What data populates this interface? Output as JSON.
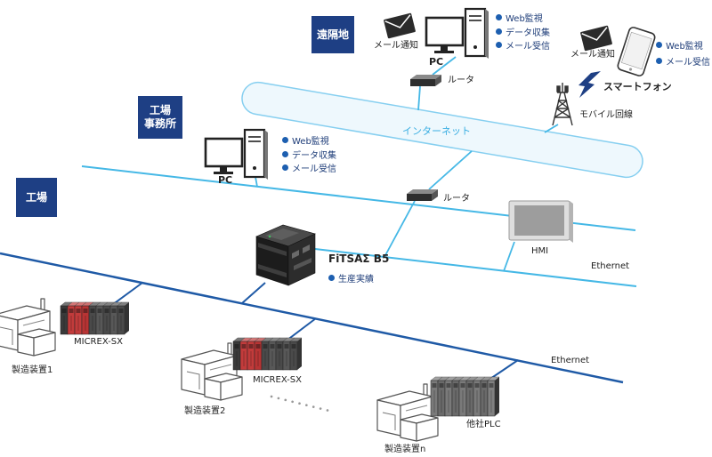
{
  "areas": {
    "remote": "遠隔地",
    "office_line1": "工場",
    "office_line2": "事務所",
    "factory": "工場"
  },
  "remote_site": {
    "mail_label": "メール通知",
    "pc_label": "PC",
    "pc_features": [
      "Web監視",
      "データ収集",
      "メール受信"
    ],
    "router_label": "ルータ",
    "smartphone_mail_label": "メール通知",
    "smartphone_label": "スマートフォン",
    "smartphone_features": [
      "Web監視",
      "メール受信"
    ],
    "mobile_label": "モバイル回線"
  },
  "internet": {
    "label": "インターネット"
  },
  "office": {
    "pc_label": "PC",
    "pc_features": [
      "Web監視",
      "データ収集",
      "メール受信"
    ]
  },
  "factory": {
    "router_label": "ルータ",
    "hmi_label": "HMI",
    "info_network_label": "Ethernet",
    "controller_label": "FiTSAΣ B5",
    "controller_features": [
      "生産実績"
    ],
    "control_network_label": "Ethernet",
    "devices": [
      {
        "plc": "MICREX-SX",
        "machine": "製造装置1"
      },
      {
        "plc": "MICREX-SX",
        "machine": "製造装置2"
      },
      {
        "plc": "他社PLC",
        "machine": "製造装置n"
      }
    ]
  },
  "icons": {
    "mail": "envelope-icon",
    "pc": "desktop-pc-icon",
    "smartphone": "smartphone-icon",
    "router": "router-icon",
    "tower": "mobile-antenna-icon",
    "hmi": "hmi-panel-icon",
    "controller": "fitsa-controller-icon",
    "plc": "plc-module-icon",
    "machine": "factory-building-icon"
  },
  "colors": {
    "area_label": "#1e3f84",
    "bullet": "#1d5fb0",
    "info_network": "#45b8e6",
    "control_network": "#1f5aa6",
    "internet_fill": "#eef8fd",
    "internet_border": "#86cff0"
  }
}
